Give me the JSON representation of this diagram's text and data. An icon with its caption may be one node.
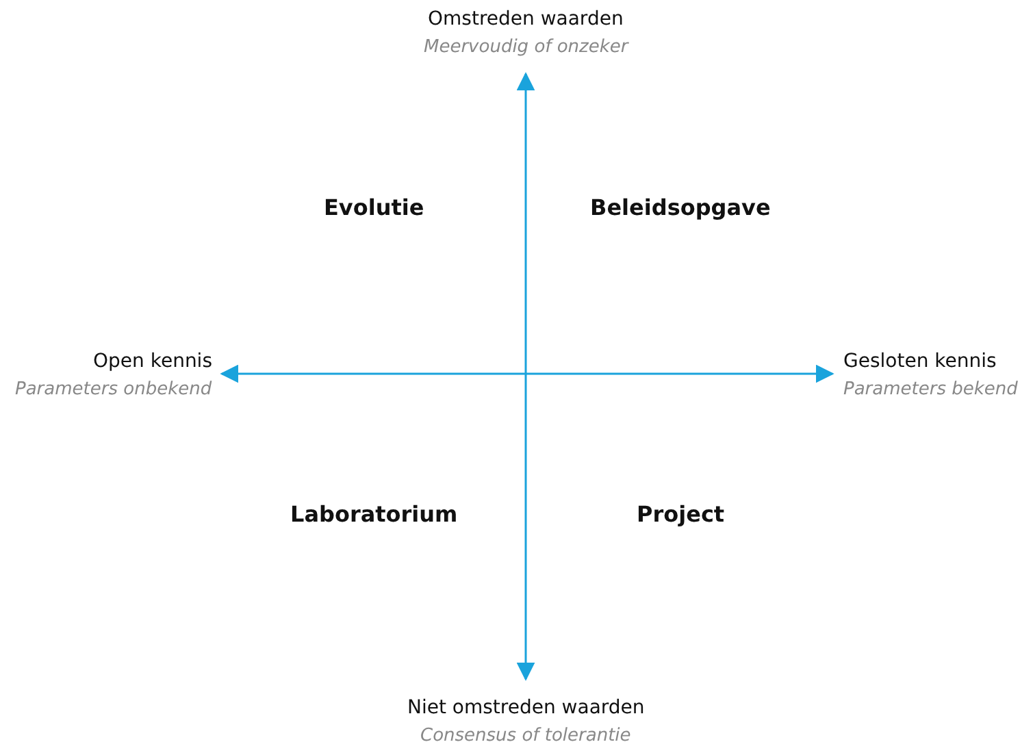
{
  "diagram": {
    "labels": [
      "Omstreden waarden",
      "Meervoudig of onzeker",
      "Evolutie",
      "Beleidsopgave",
      "Open kennis",
      "Parameters onbekend",
      "Gesloten kennis",
      "Parameters bekend",
      "Laboratorium",
      "Project",
      "Niet omstreden waarden",
      "Consensus of tolerantie"
    ]
  }
}
